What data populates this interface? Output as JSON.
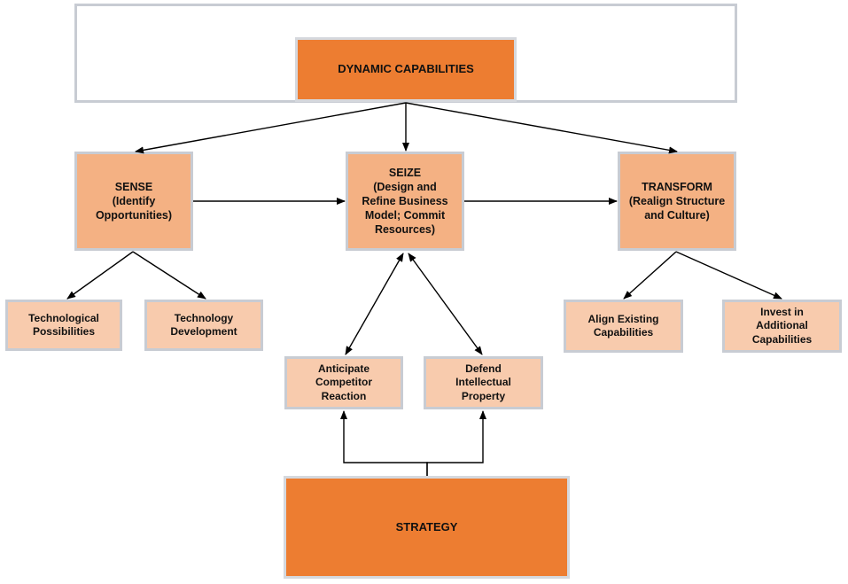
{
  "nodes": {
    "dynamic_capabilities": "DYNAMIC CAPABILITIES",
    "sense": "SENSE\n(Identify\nOpportunities)",
    "seize": "SEIZE\n(Design and\nRefine Business\nModel; Commit\nResources)",
    "transform": "TRANSFORM\n(Realign Structure\nand Culture)",
    "technological_possibilities": "Technological\nPossibilities",
    "technology_development": "Technology\nDevelopment",
    "anticipate_competitor_reaction": "Anticipate\nCompetitor\nReaction",
    "defend_intellectual_property": "Defend\nIntellectual\nProperty",
    "align_existing_capabilities": "Align Existing\nCapabilities",
    "invest_in_additional_capabilities": "Invest in\nAdditional\nCapabilities",
    "strategy": "STRATEGY"
  },
  "colors": {
    "dark_fill": "#ed7d31",
    "mid_fill": "#f4b183",
    "light_fill": "#f8cbad",
    "border": "#c8ccd3",
    "arrow": "#000000"
  }
}
